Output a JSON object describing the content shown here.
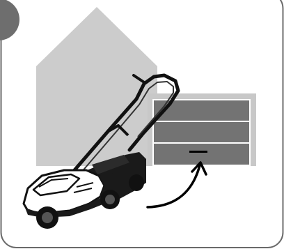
{
  "figure": {
    "step_badge_color": "#6e6e6e",
    "house_color": "#cccccc",
    "garage_frame_color": "#c8c8c8",
    "garage_panel_color": "#737373",
    "mower_body_color": "#1a1a1a",
    "mower_cover_color": "#ffffff",
    "arrow_color": "#000000",
    "icons": [
      "step-badge",
      "house",
      "garage-door",
      "lawn-mower",
      "curved-arrow"
    ]
  }
}
